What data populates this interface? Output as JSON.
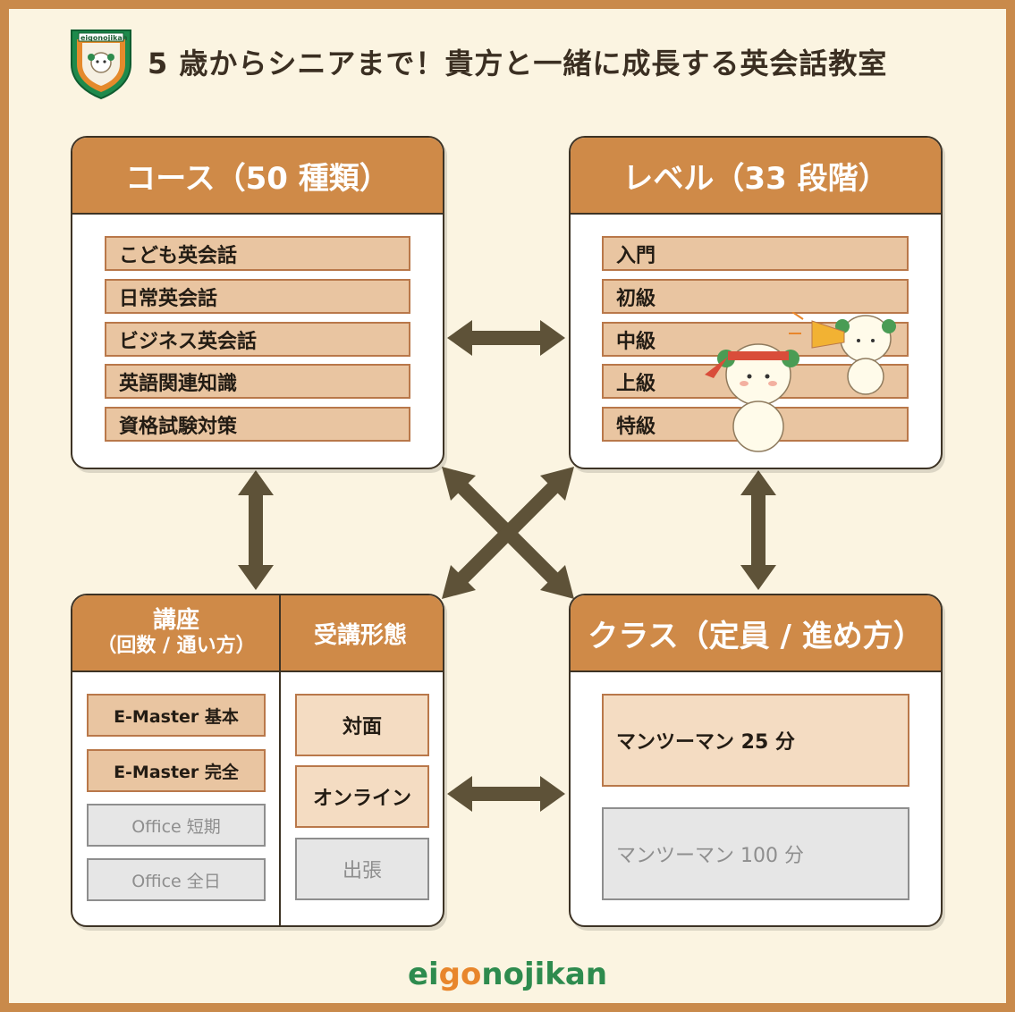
{
  "header": {
    "title": "5 歳からシニアまで！貴方と一緒に成長する英会話教室",
    "logo_text": "eigonojikan"
  },
  "course": {
    "title": "コース（50 種類）",
    "items": [
      "こども英会話",
      "日常英会話",
      "ビジネス英会話",
      "英語関連知識",
      "資格試験対策"
    ]
  },
  "level": {
    "title": "レベル（33 段階）",
    "items": [
      "入門",
      "初級",
      "中級",
      "上級",
      "特級"
    ]
  },
  "lecture": {
    "title_line1": "講座",
    "title_line2": "（回数 / 通い方）",
    "items": [
      {
        "label": "E-Master 基本",
        "active": true
      },
      {
        "label": "E-Master 完全",
        "active": true
      },
      {
        "label": "Office 短期",
        "active": false
      },
      {
        "label": "Office 全日",
        "active": false
      }
    ]
  },
  "format": {
    "title": "受講形態",
    "items": [
      {
        "label": "対面",
        "active": true
      },
      {
        "label": "オンライン",
        "active": true
      },
      {
        "label": "出張",
        "active": false
      }
    ]
  },
  "klass": {
    "title": "クラス（定員 / 進め方）",
    "items": [
      {
        "label": "マンツーマン 25 分",
        "active": true
      },
      {
        "label": "マンツーマン 100 分",
        "active": false
      }
    ]
  },
  "footer": {
    "brand": "eigonojikan",
    "brand_parts": [
      "ei",
      "go",
      "no",
      "jikan"
    ]
  },
  "colors": {
    "header_bar": "#cf8a48",
    "item_fill": "#e9c5a1",
    "item_border": "#b9784a",
    "arrow": "#5e5238",
    "background": "#fbf4e1",
    "brand_green": "#2e8b4e",
    "brand_orange": "#e8862b"
  }
}
